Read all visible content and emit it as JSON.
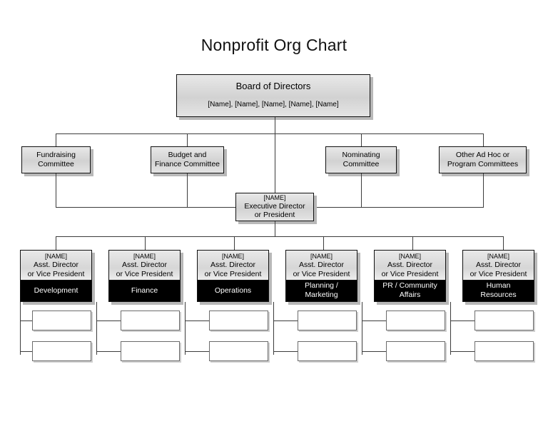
{
  "title": "Nonprofit Org Chart",
  "board": {
    "name": "Board of Directors",
    "members": "[Name], [Name], [Name], [Name], [Name]"
  },
  "committees": [
    {
      "line1": "Fundraising",
      "line2": "Committee"
    },
    {
      "line1": "Budget and",
      "line2": "Finance Committee"
    },
    {
      "line1": "Nominating",
      "line2": "Committee"
    },
    {
      "line1": "Other Ad Hoc or",
      "line2": "Program Committees"
    }
  ],
  "executive": {
    "name": "[NAME]",
    "line1": "Executive Director",
    "line2": "or President"
  },
  "directors": [
    {
      "name": "[NAME]",
      "role1": "Asst. Director",
      "role2": "or Vice President",
      "dept1": "Development",
      "dept2": ""
    },
    {
      "name": "[NAME]",
      "role1": "Asst. Director",
      "role2": "or Vice President",
      "dept1": "Finance",
      "dept2": ""
    },
    {
      "name": "[NAME]",
      "role1": "Asst. Director",
      "role2": "or Vice President",
      "dept1": "Operations",
      "dept2": ""
    },
    {
      "name": "[NAME]",
      "role1": "Asst. Director",
      "role2": "or Vice President",
      "dept1": "Planning /",
      "dept2": "Marketing"
    },
    {
      "name": "[NAME]",
      "role1": "Asst. Director",
      "role2": "or Vice President",
      "dept1": "PR / Community",
      "dept2": "Affairs"
    },
    {
      "name": "[NAME]",
      "role1": "Asst. Director",
      "role2": "or Vice President",
      "dept1": "Human",
      "dept2": "Resources"
    }
  ],
  "subordinate_boxes": {
    "row1_label": "",
    "row2_label": "",
    "count_per_director": 2
  },
  "colors": {
    "node_fill_light": "#e8e8e8",
    "node_fill_dark": "#d2d2d2",
    "node_border": "#111111",
    "node_shadow": "#b8b8b8",
    "department_fill": "#000000",
    "department_text": "#ffffff",
    "connector": "#3c3c3c",
    "canvas": "#ffffff"
  }
}
